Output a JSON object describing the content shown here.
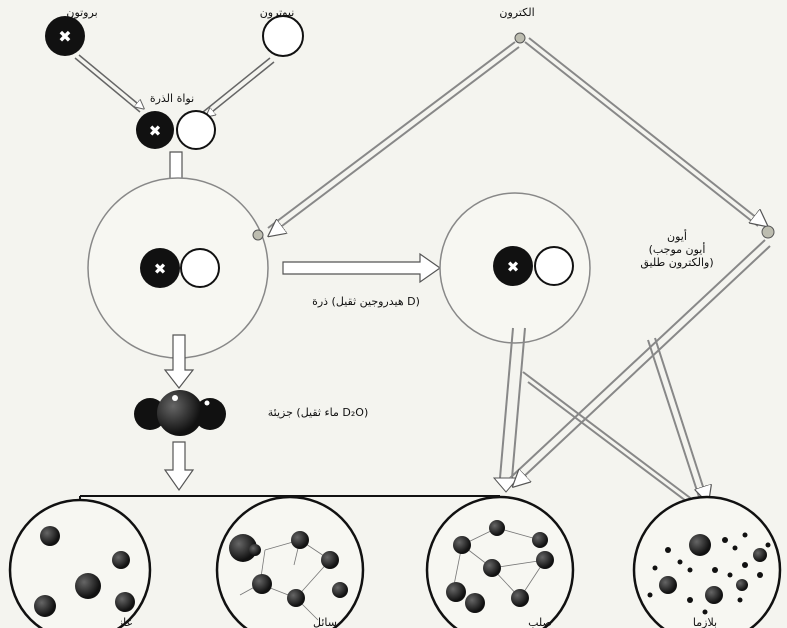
{
  "labels": {
    "proton": "بروتون",
    "neutron": "نيوترون",
    "electron": "الكترون",
    "nucleus": "نواة الذرة",
    "atom": "ذرة (هيدروجين ثقيل D)",
    "ion_line1": "أيون",
    "ion_line2": "(أيون موجب",
    "ion_line3": "والكترون طليق)",
    "molecule": "جزيئة (ماء ثقيل D₂O)",
    "state_gas": "غاز",
    "state_liquid": "سائل",
    "state_solid": "صلب",
    "state_plasma": "بلازما"
  },
  "colors": {
    "ink": "#111111",
    "arrow": "#9a9a9a",
    "circle_fill": "#f7f7f2",
    "electron": "#bdbdb0"
  }
}
